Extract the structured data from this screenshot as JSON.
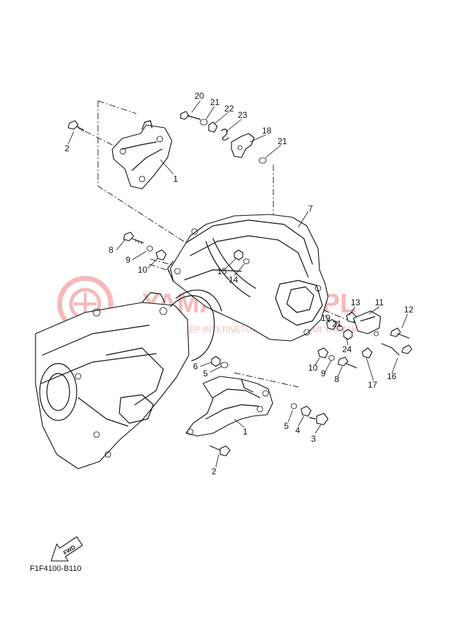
{
  "diagram": {
    "code": "F1F4100-B110",
    "fwd_label": "FWD",
    "watermark": {
      "main": "YAMA-SKLEP.PL",
      "sub": "WIELKI SKLEP INTERNETOWY Z CZĘŚCIAMI YAMAHA"
    },
    "colors": {
      "line": "#111111",
      "watermark": "#e23b3b",
      "background": "#ffffff"
    },
    "callouts": [
      {
        "id": "c20",
        "text": "20"
      },
      {
        "id": "c21a",
        "text": "21"
      },
      {
        "id": "c22",
        "text": "22"
      },
      {
        "id": "c23",
        "text": "23"
      },
      {
        "id": "c18",
        "text": "18"
      },
      {
        "id": "c21b",
        "text": "21"
      },
      {
        "id": "c2a",
        "text": "2"
      },
      {
        "id": "c1a",
        "text": "1"
      },
      {
        "id": "c7",
        "text": "7"
      },
      {
        "id": "c8a",
        "text": "8"
      },
      {
        "id": "c9a",
        "text": "9"
      },
      {
        "id": "c10a",
        "text": "10"
      },
      {
        "id": "c15",
        "text": "15"
      },
      {
        "id": "c14",
        "text": "14"
      },
      {
        "id": "c13",
        "text": "13"
      },
      {
        "id": "c11",
        "text": "11"
      },
      {
        "id": "c19",
        "text": "19"
      },
      {
        "id": "c21c",
        "text": "21"
      },
      {
        "id": "c24",
        "text": "24"
      },
      {
        "id": "c12",
        "text": "12"
      },
      {
        "id": "c10b",
        "text": "10"
      },
      {
        "id": "c9b",
        "text": "9"
      },
      {
        "id": "c8b",
        "text": "8"
      },
      {
        "id": "c17",
        "text": "17"
      },
      {
        "id": "c16",
        "text": "16"
      },
      {
        "id": "c6",
        "text": "6"
      },
      {
        "id": "c5a",
        "text": "5"
      },
      {
        "id": "c1b",
        "text": "1"
      },
      {
        "id": "c5b",
        "text": "5"
      },
      {
        "id": "c4",
        "text": "4"
      },
      {
        "id": "c3",
        "text": "3"
      },
      {
        "id": "c2b",
        "text": "2"
      }
    ]
  }
}
